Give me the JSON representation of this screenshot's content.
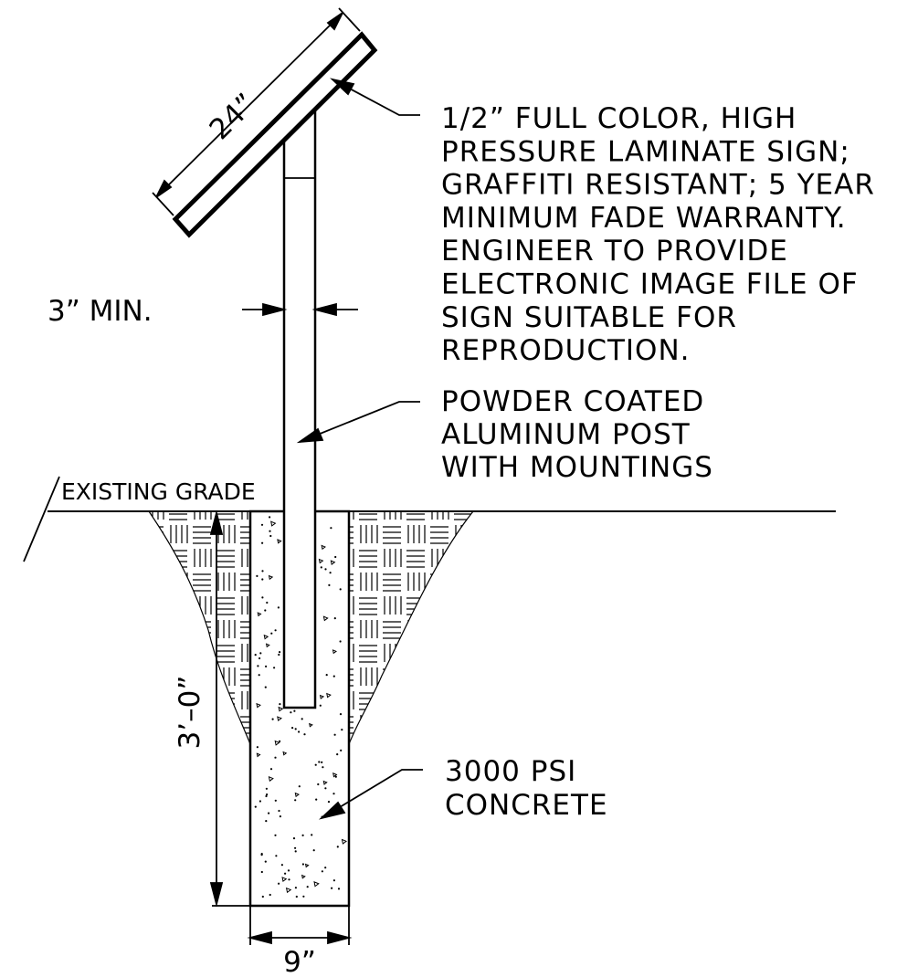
{
  "sign_note": {
    "lines": [
      "1/2” FULL COLOR, HIGH",
      "PRESSURE LAMINATE SIGN;",
      "GRAFFITI RESISTANT; 5 YEAR",
      "MINIMUM FADE WARRANTY.",
      "ENGINEER TO PROVIDE",
      "ELECTRONIC IMAGE FILE OF",
      "SIGN SUITABLE FOR",
      "REPRODUCTION."
    ]
  },
  "post_note": {
    "lines": [
      "POWDER COATED",
      "ALUMINUM POST",
      "WITH MOUNTINGS"
    ]
  },
  "concrete_note": {
    "lines": [
      "3000 PSI",
      "CONCRETE"
    ]
  },
  "labels": {
    "existing_grade": "EXISTING GRADE",
    "sign_width": "24”",
    "post_width": "3” MIN.",
    "depth": "3’–0”",
    "footing_width": "9”"
  }
}
